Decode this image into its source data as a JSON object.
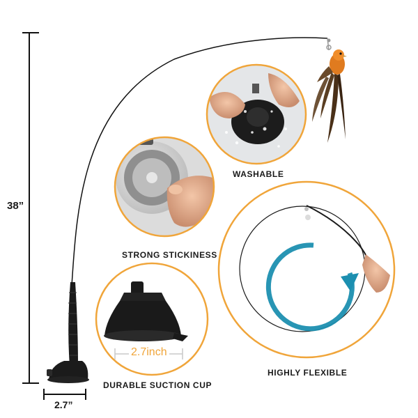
{
  "dimensions": {
    "height_label": "38”",
    "width_label": "2.7”",
    "cup_width_label": "2.7inch"
  },
  "features": {
    "washable": "WASHABLE",
    "stickiness": "STRONG STICKINESS",
    "flexible": "HIGHLY FLEXIBLE",
    "suction": "DURABLE SUCTION CUP"
  },
  "colors": {
    "accent_orange": "#f0a53a",
    "flex_arrow": "#1c8fb0",
    "bird_body": "#e07b1f",
    "product_black": "#1a1a1a"
  }
}
